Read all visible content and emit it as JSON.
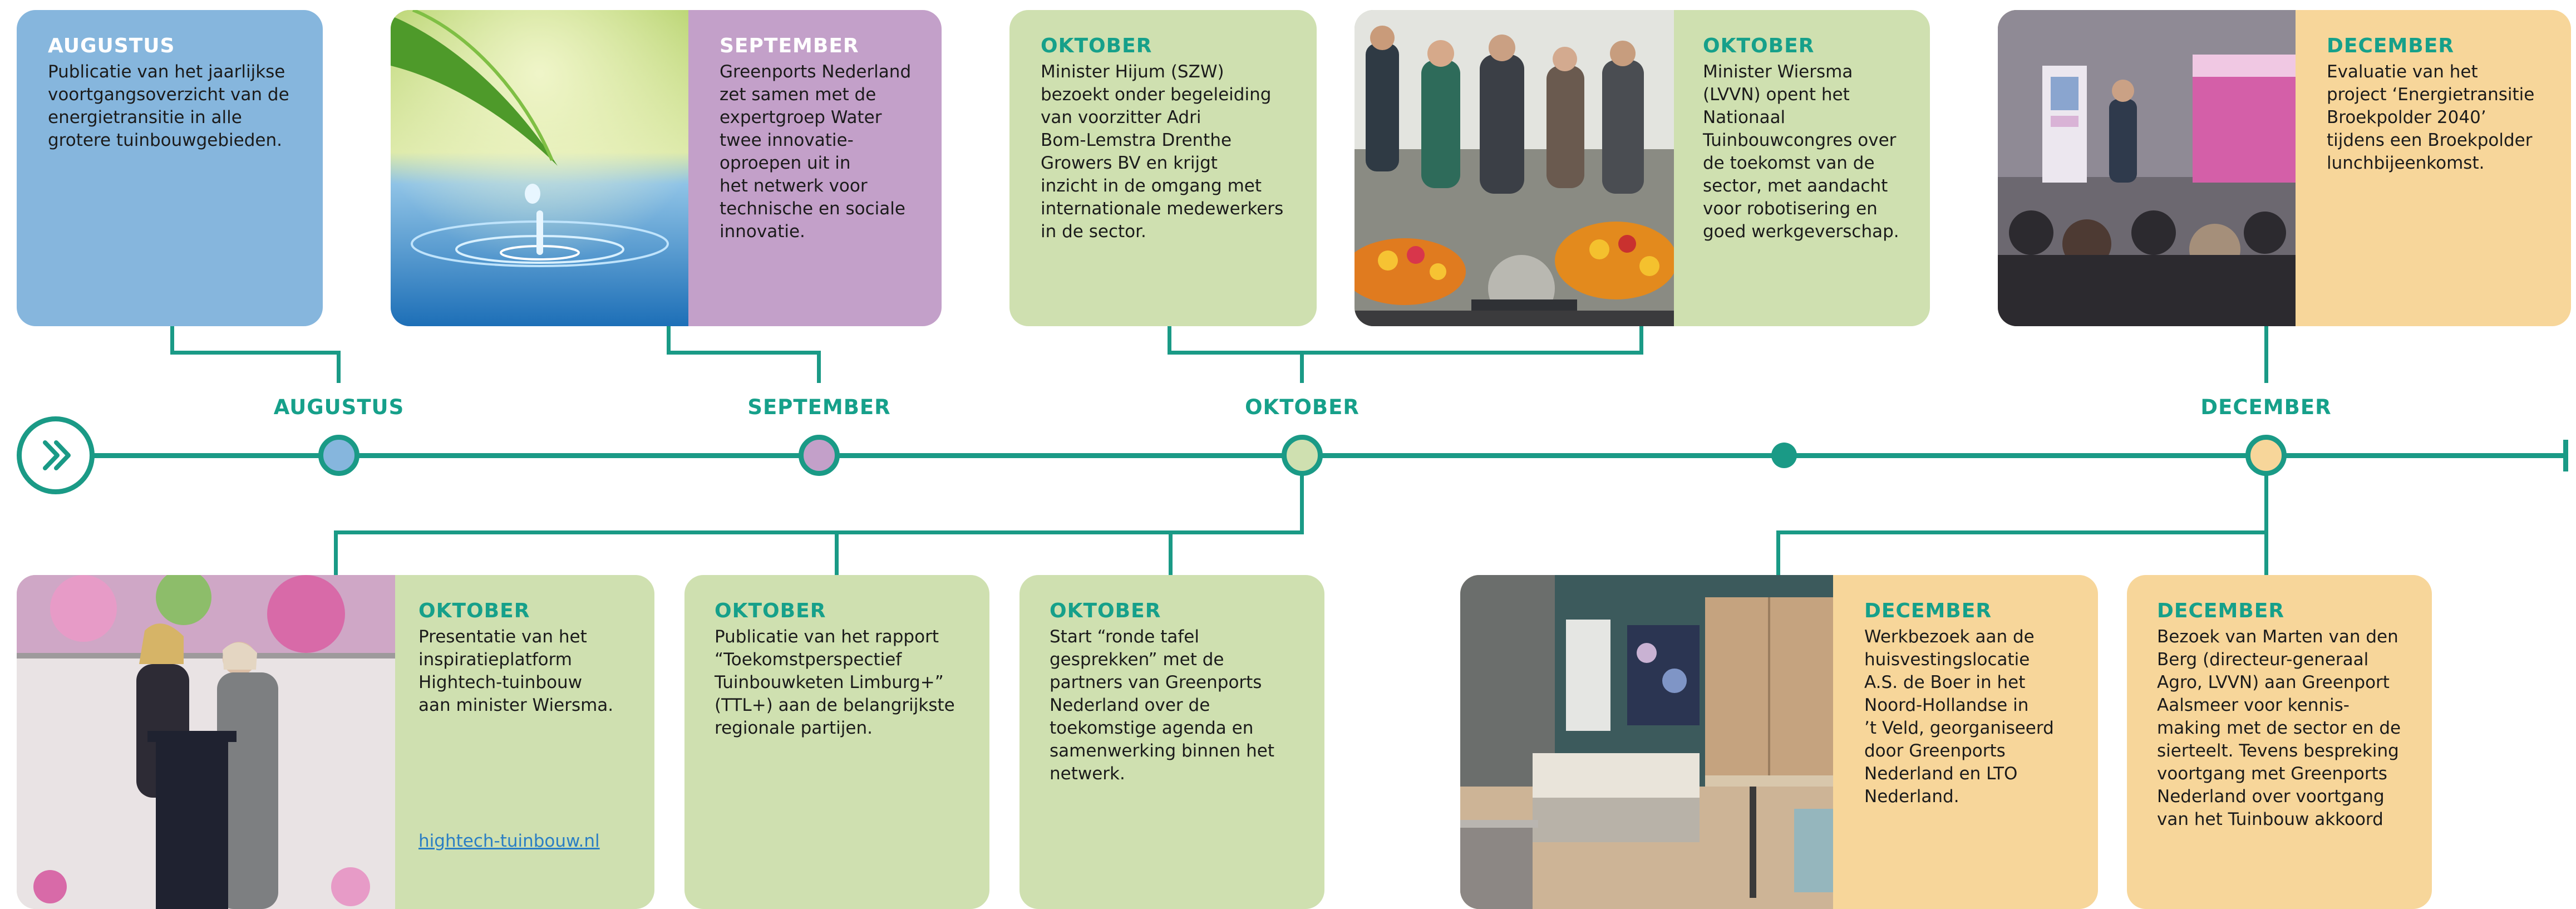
{
  "timeline": {
    "months": [
      {
        "label": "AUGUSTUS",
        "dot_color": "#86b6dd"
      },
      {
        "label": "SEPTEMBER",
        "dot_color": "#c3a0c9"
      },
      {
        "label": "OKTOBER",
        "dot_color": "#cfe0b0"
      },
      {
        "label": "DECEMBER",
        "dot_color": "#f7d69a"
      }
    ],
    "line_color": "#1a9a86"
  },
  "top_cards": [
    {
      "heading": "AUGUSTUS",
      "text": "Publicatie van het jaarlijkse\nvoortgangsoverzicht van de\nenergietransitie in alle\ngrotere tuinbouwgebieden."
    },
    {
      "heading": "SEPTEMBER",
      "text": "Greenports Nederland\nzet samen met de\nexpertgroep Water\ntwee innovatie-\noproepen uit in\nhet netwerk voor\ntechnische en sociale\ninnovatie."
    },
    {
      "heading": "OKTOBER",
      "text": "Minister Hijum (SZW)\nbezoekt onder begeleiding\nvan voorzitter Adri\nBom-Lemstra Drenthe\nGrowers BV en krijgt\ninzicht in de omgang met\ninternationale medewerkers\nin de sector."
    },
    {
      "heading": "OKTOBER",
      "text": "Minister Wiersma\n(LVVN) opent het\nNationaal\nTuinbouwcongres over\nde toekomst van de\nsector, met aandacht\nvoor robotisering en\ngoed werkgeverschap."
    },
    {
      "heading": "DECEMBER",
      "text": "Evaluatie van het\nproject ‘Energietransitie\nBroekpolder 2040’\ntijdens een Broekpolder\nlunchbijeenkomst."
    }
  ],
  "bottom_cards": [
    {
      "heading": "OKTOBER",
      "text": "Presentatie van het\ninspiratieplatform\nHightech-tuinbouw\naan minister Wiersma.",
      "link": "hightech-tuinbouw.nl"
    },
    {
      "heading": "OKTOBER",
      "text": "Publicatie van het rapport\n“Toekomstperspectief\nTuinbouwketen Limburg+”\n(TTL+) aan de belangrijkste\nregionale partijen."
    },
    {
      "heading": "OKTOBER",
      "text": "Start “ronde tafel\ngesprekken” met de\npartners van Greenports\nNederland over de\ntoekomstige agenda en\nsamenwerking binnen het\nnetwerk."
    },
    {
      "heading": "DECEMBER",
      "text": "Werkbezoek aan de\nhuisvestingslocatie\nA.S. de Boer in het\nNoord-Hollandse in\n’t Veld, georganiseerd\ndoor Greenports\nNederland en LTO\nNederland."
    },
    {
      "heading": "DECEMBER",
      "text": "Bezoek van Marten van den\nBerg (directeur-generaal\nAgro, LVVN) aan Greenport\nAalsmeer voor kennis-\nmaking met de sector en de\nsierteelt. Tevens bespreking\nvoortgang met Greenports\nNederland over voortgang\nvan het Tuinbouw akkoord"
    }
  ],
  "icons": [
    "double-chevron-right-icon"
  ]
}
